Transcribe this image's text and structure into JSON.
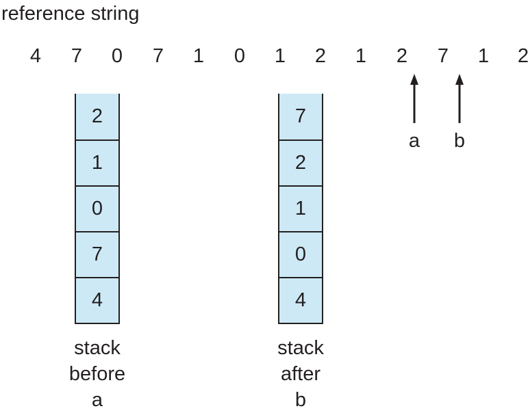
{
  "title": "reference string",
  "reference_string": [
    "4",
    "7",
    "0",
    "7",
    "1",
    "0",
    "1",
    "2",
    "1",
    "2",
    "7",
    "1",
    "2"
  ],
  "stacks": [
    {
      "cells": [
        "2",
        "1",
        "0",
        "7",
        "4"
      ],
      "caption": [
        "stack",
        "before",
        "a"
      ]
    },
    {
      "cells": [
        "7",
        "2",
        "1",
        "0",
        "4"
      ],
      "caption": [
        "stack",
        "after",
        "b"
      ]
    }
  ],
  "markers": [
    {
      "label": "a"
    },
    {
      "label": "b"
    }
  ],
  "colors": {
    "cell_fill": "#cde9f6",
    "ink": "#231f20"
  }
}
